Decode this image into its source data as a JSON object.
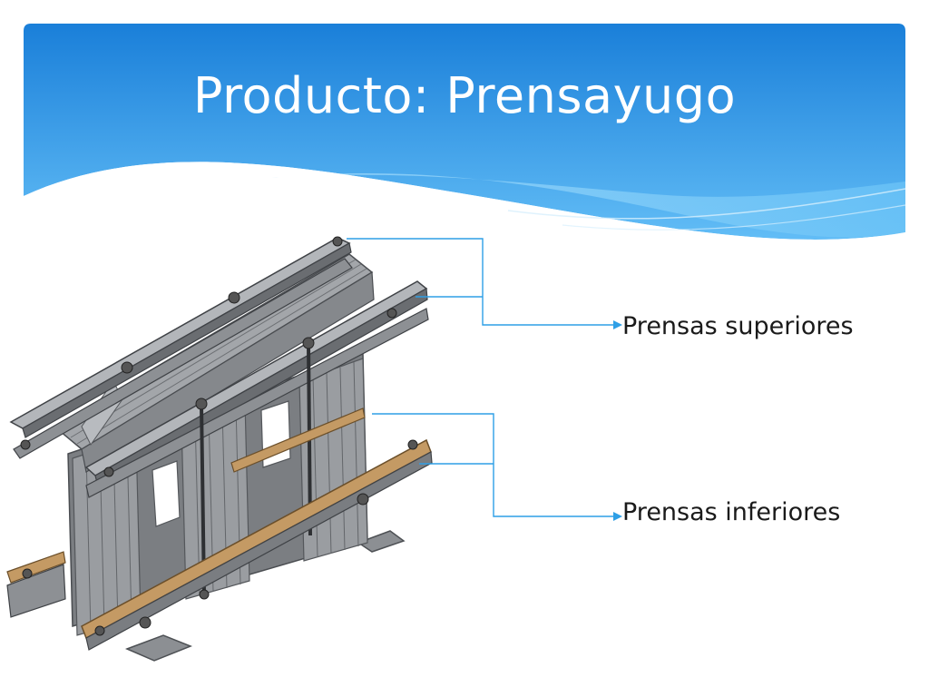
{
  "slide": {
    "title": "Producto: Prensayugo",
    "labels": {
      "upper": "Prensas superiores",
      "lower": "Prensas inferiores"
    }
  },
  "colors": {
    "header_top": "#1a7fd9",
    "header_bottom": "#5bb8f5",
    "wave_light": "#8dd3fb",
    "connector": "#2e9fe6",
    "steel": "#8f9296",
    "steel_dark": "#5e6165",
    "wood": "#c49a64"
  }
}
